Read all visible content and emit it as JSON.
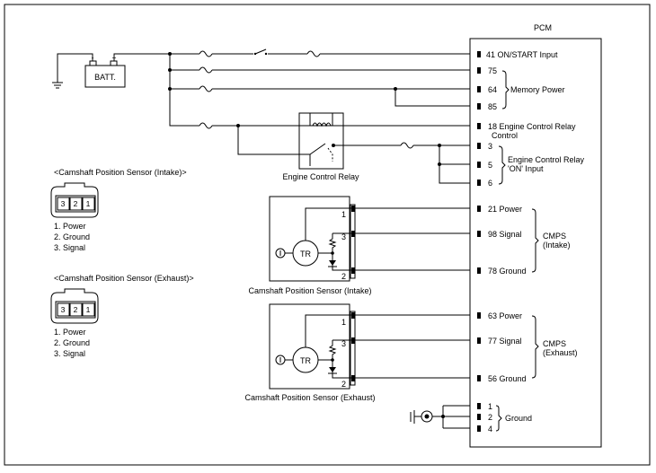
{
  "pcm": {
    "title": "PCM",
    "pins": {
      "on_start": "41 ON/START Input",
      "p75": "75",
      "p64": "64",
      "p85": "85",
      "memory_power": "Memory Power",
      "relay_control_1": "18 Engine Control Relay",
      "relay_control_2": "Control",
      "p3": "3",
      "p5": "5",
      "p6": "6",
      "relay_on_1": "Engine Control Relay",
      "relay_on_2": "'ON' Input",
      "p21": "21 Power",
      "p98": "98 Signal",
      "p78": "78 Ground",
      "cmps_intake_1": "CMPS",
      "cmps_intake_2": "(Intake)",
      "p63": "63 Power",
      "p77": "77 Signal",
      "p56": "56 Ground",
      "cmps_exhaust_1": "CMPS",
      "cmps_exhaust_2": "(Exhaust)",
      "g1": "1",
      "g2": "2",
      "g4": "4",
      "ground": "Ground"
    }
  },
  "battery": {
    "label": "BATT.",
    "minus": "-",
    "plus": "+"
  },
  "relay": {
    "label": "Engine Control Relay"
  },
  "sensor_intake": {
    "label": "Camshaft Position Sensor (Intake)",
    "tr": "TR",
    "pin1": "1",
    "pin2": "2",
    "pin3": "3"
  },
  "sensor_exhaust": {
    "label": "Camshaft Position Sensor (Exhaust)",
    "tr": "TR",
    "pin1": "1",
    "pin2": "2",
    "pin3": "3"
  },
  "legend_intake": {
    "title": "<Camshaft Position Sensor (Intake)>",
    "c3": "3",
    "c2": "2",
    "c1": "1",
    "items": [
      "1. Power",
      "2. Ground",
      "3. Signal"
    ]
  },
  "legend_exhaust": {
    "title": "<Camshaft Position Sensor (Exhaust)>",
    "c3": "3",
    "c2": "2",
    "c1": "1",
    "items": [
      "1. Power",
      "2. Ground",
      "3. Signal"
    ]
  }
}
